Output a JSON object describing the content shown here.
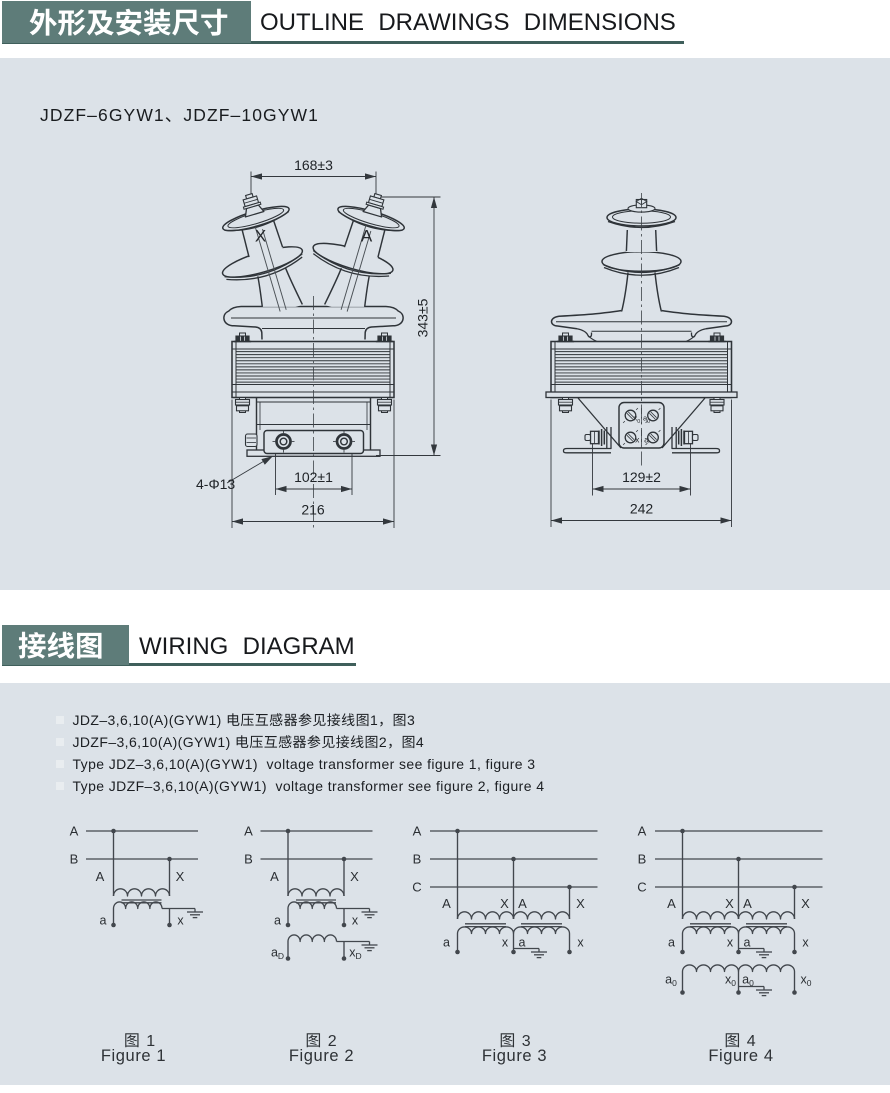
{
  "document": {
    "type": "voltage transformer datasheet page",
    "colors": {
      "panel_bg": "#dce2e8",
      "header_green": "#5e7c79",
      "header_rule": "#3f5f5b",
      "ink": "#2f3439",
      "page_bg": "#ffffff"
    }
  },
  "section1": {
    "heading_cn": "外形及安装尺寸",
    "heading_en": "OUTLINE  DRAWINGS  DIMENSIONS",
    "model_title": "JDZF–6GYW1、JDZF–10GYW1",
    "front_view": {
      "label_left": "X",
      "label_right": "A",
      "dim_width": "168±3",
      "dim_height": "343±5",
      "dim_holes": "4-Φ13",
      "dim_hole_spacing": "102±1",
      "dim_base": "216"
    },
    "side_view": {
      "terminals": [
        {
          "t": "x",
          "s": "0"
        },
        {
          "t": "a",
          "s": "0"
        },
        {
          "t": "x",
          "s": ""
        },
        {
          "t": "a",
          "s": ""
        }
      ],
      "dim_feet": "129±2",
      "dim_width": "242"
    }
  },
  "section2": {
    "heading_cn": "接线图",
    "heading_en": "WIRING  DIAGRAM",
    "notes": [
      "JDZ–3,6,10(A)(GYW1) 电压互感器参见接线图1，图3",
      "JDZF–3,6,10(A)(GYW1) 电压互感器参见接线图2，图4",
      "Type JDZ–3,6,10(A)(GYW1)  voltage transformer see figure 1, figure 3",
      "Type JDZF–3,6,10(A)(GYW1)  voltage transformer see figure 2, figure 4"
    ],
    "figures": [
      {
        "caption_cn": "图 1",
        "caption_en": "Figure 1",
        "bus_labels": [
          "A",
          "B"
        ],
        "prim_labels": [
          "A",
          "X"
        ],
        "sec_labels": [
          "a",
          "x"
        ]
      },
      {
        "caption_cn": "图 2",
        "caption_en": "Figure 2",
        "bus_labels": [
          "A",
          "B"
        ],
        "prim_labels": [
          "A",
          "X"
        ],
        "sec_labels": [
          "a",
          "x"
        ],
        "res_labels": [
          {
            "t": "a",
            "s": "D"
          },
          {
            "t": "x",
            "s": "D"
          }
        ]
      },
      {
        "caption_cn": "图 3",
        "caption_en": "Figure 3",
        "bus_labels": [
          "A",
          "B",
          "C"
        ],
        "prim_labels": [
          "A",
          "X",
          "A",
          "X"
        ],
        "sec_labels": [
          "a",
          "x",
          "a",
          "x"
        ]
      },
      {
        "caption_cn": "图 4",
        "caption_en": "Figure 4",
        "bus_labels": [
          "A",
          "B",
          "C"
        ],
        "prim_labels": [
          "A",
          "X",
          "A",
          "X"
        ],
        "sec_labels": [
          "a",
          "x",
          "a",
          "x"
        ],
        "res_labels": [
          {
            "t": "a",
            "s": "0"
          },
          {
            "t": "x",
            "s": "0"
          },
          {
            "t": "a",
            "s": "0"
          },
          {
            "t": "x",
            "s": "0"
          }
        ]
      }
    ]
  }
}
